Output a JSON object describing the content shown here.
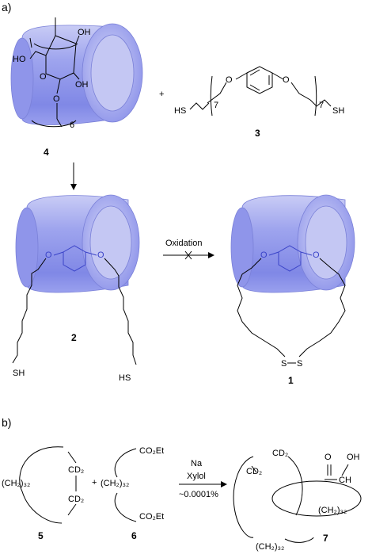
{
  "panel_a": {
    "label": "a)",
    "compound_4": {
      "number": "4",
      "oh_labels": [
        "HO",
        "OH",
        "OH"
      ],
      "ring_oxygens": [
        "O",
        "O"
      ],
      "repeat_count": "6"
    },
    "plus": "+",
    "compound_3": {
      "number": "3",
      "sh_left": "HS",
      "sh_right": "SH",
      "ether_oxygens": [
        "O",
        "O"
      ],
      "chain_repeat_left": "7",
      "chain_repeat_right": "7"
    },
    "compound_2": {
      "number": "2",
      "sh_left": "SH",
      "sh_right": "HS",
      "ether_oxygens": [
        "O",
        "O"
      ]
    },
    "arrow_label": "Oxidation",
    "compound_1": {
      "number": "1",
      "disulfide": [
        "S",
        "S"
      ],
      "ether_oxygens": [
        "O",
        "O"
      ]
    }
  },
  "panel_b": {
    "label": "b)",
    "compound_5": {
      "number": "5",
      "chain": "(CH₂)₃₂",
      "cd_top": "CD₂",
      "cd_bottom": "CD₂"
    },
    "plus": "+",
    "compound_6": {
      "number": "6",
      "chain": "(CH₂)₃₂",
      "ester_top": "CO₂Et",
      "ester_bottom": "CO₂Et"
    },
    "conditions": {
      "reagent": "Na",
      "solvent": "Xylol",
      "yield": "~0.0001%"
    },
    "compound_7": {
      "number": "7",
      "cd_top": "CD₂",
      "cd_left": "CD₂",
      "oh": "OH",
      "carbonyl_o": "O",
      "ch": "CH",
      "chain_inner": "(CH₂)₃₂",
      "chain_outer": "(CH₂)₃₂"
    }
  }
}
